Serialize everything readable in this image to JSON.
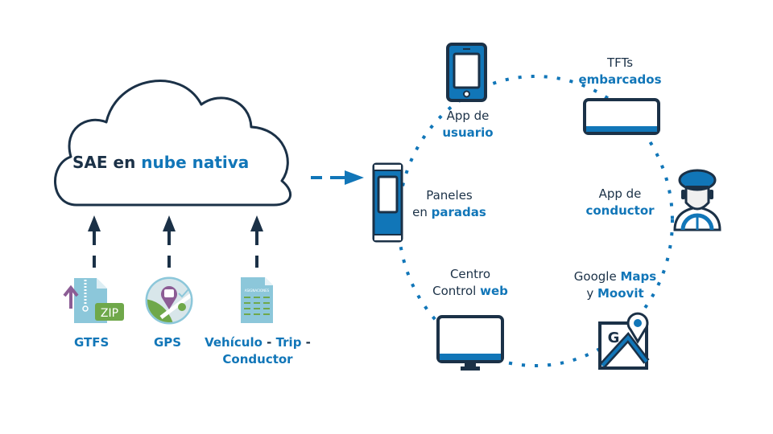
{
  "colors": {
    "dark": "#1b3147",
    "accent": "#1176b8",
    "light_blue": "#8cc7da",
    "green": "#6fa84a",
    "purple": "#8c5d95"
  },
  "cloud": {
    "icon": "cloud-icon",
    "title_part1": "SAE en ",
    "title_part2": "nube nativa"
  },
  "sources": [
    {
      "icon": "zip-file-upload-icon",
      "label": "GTFS"
    },
    {
      "icon": "gps-map-pin-icon",
      "label": "GPS"
    },
    {
      "icon": "spreadsheet-document-icon",
      "label_parts": [
        "Vehículo",
        " - ",
        "Trip",
        " -"
      ],
      "label_line2": "Conductor",
      "doc_heading": "ASIGNACIONES"
    }
  ],
  "outputs": [
    {
      "icon": "smartphone-icon",
      "line1": "App de",
      "line2": "usuario"
    },
    {
      "icon": "tft-screen-icon",
      "line1": "TFTs",
      "line2": "embarcados"
    },
    {
      "icon": "stop-panel-icon",
      "line1": "Paneles",
      "line2_a": "en ",
      "line2_b": "paradas"
    },
    {
      "icon": "driver-icon",
      "line1": "App de",
      "line2": "conductor"
    },
    {
      "icon": "monitor-icon",
      "line1": "Centro",
      "line2_a": "Control ",
      "line2_b": "web"
    },
    {
      "icon": "google-maps-icon",
      "line1_a": "Google ",
      "line1_b": "Maps",
      "line2_a": "y ",
      "line2_b": "Moovit"
    }
  ]
}
